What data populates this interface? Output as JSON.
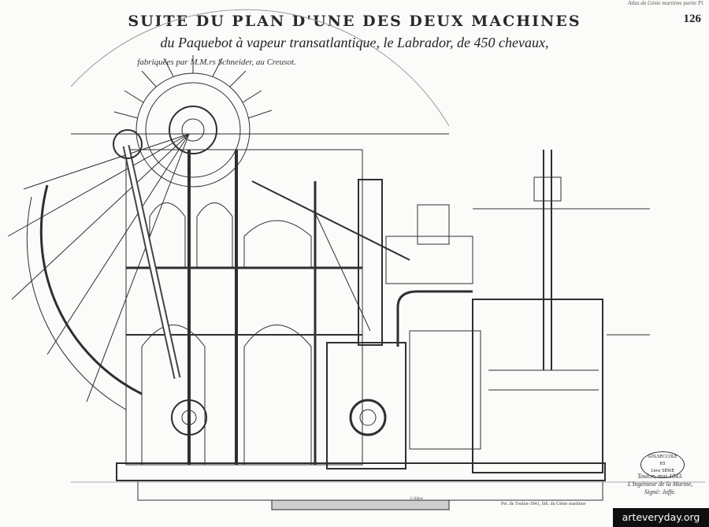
{
  "plate": {
    "header_note": "Atlas du Génie maritime    partie Pl.",
    "page_number": "126",
    "title_line1": "SUITE DU PLAN D'UNE DES DEUX MACHINES",
    "title_line2": "du Paquebot à vapeur transatlantique, le Labrador, de 450 chevaux,",
    "title_line3": "fabriquées par M.M.rs Schneider, au Creusot."
  },
  "stamp": {
    "line1": "GOLSECCOLE",
    "line2": "83",
    "line3": "1ère SÉRIE"
  },
  "signature": {
    "line1": "Toulon, mai 1843.",
    "line2": "L'Ingénieur de la Marine,",
    "line3": "Signé: Jaffe."
  },
  "imprint": "Pet. de Toulon-1841, lith. du Génie maritime",
  "engraver": "L'Ablee",
  "watermark": "arteveryday.org",
  "colors": {
    "paper": "#fbfbf9",
    "ink": "#2a2a2a",
    "watermark_bg": "#0f0f0f"
  }
}
